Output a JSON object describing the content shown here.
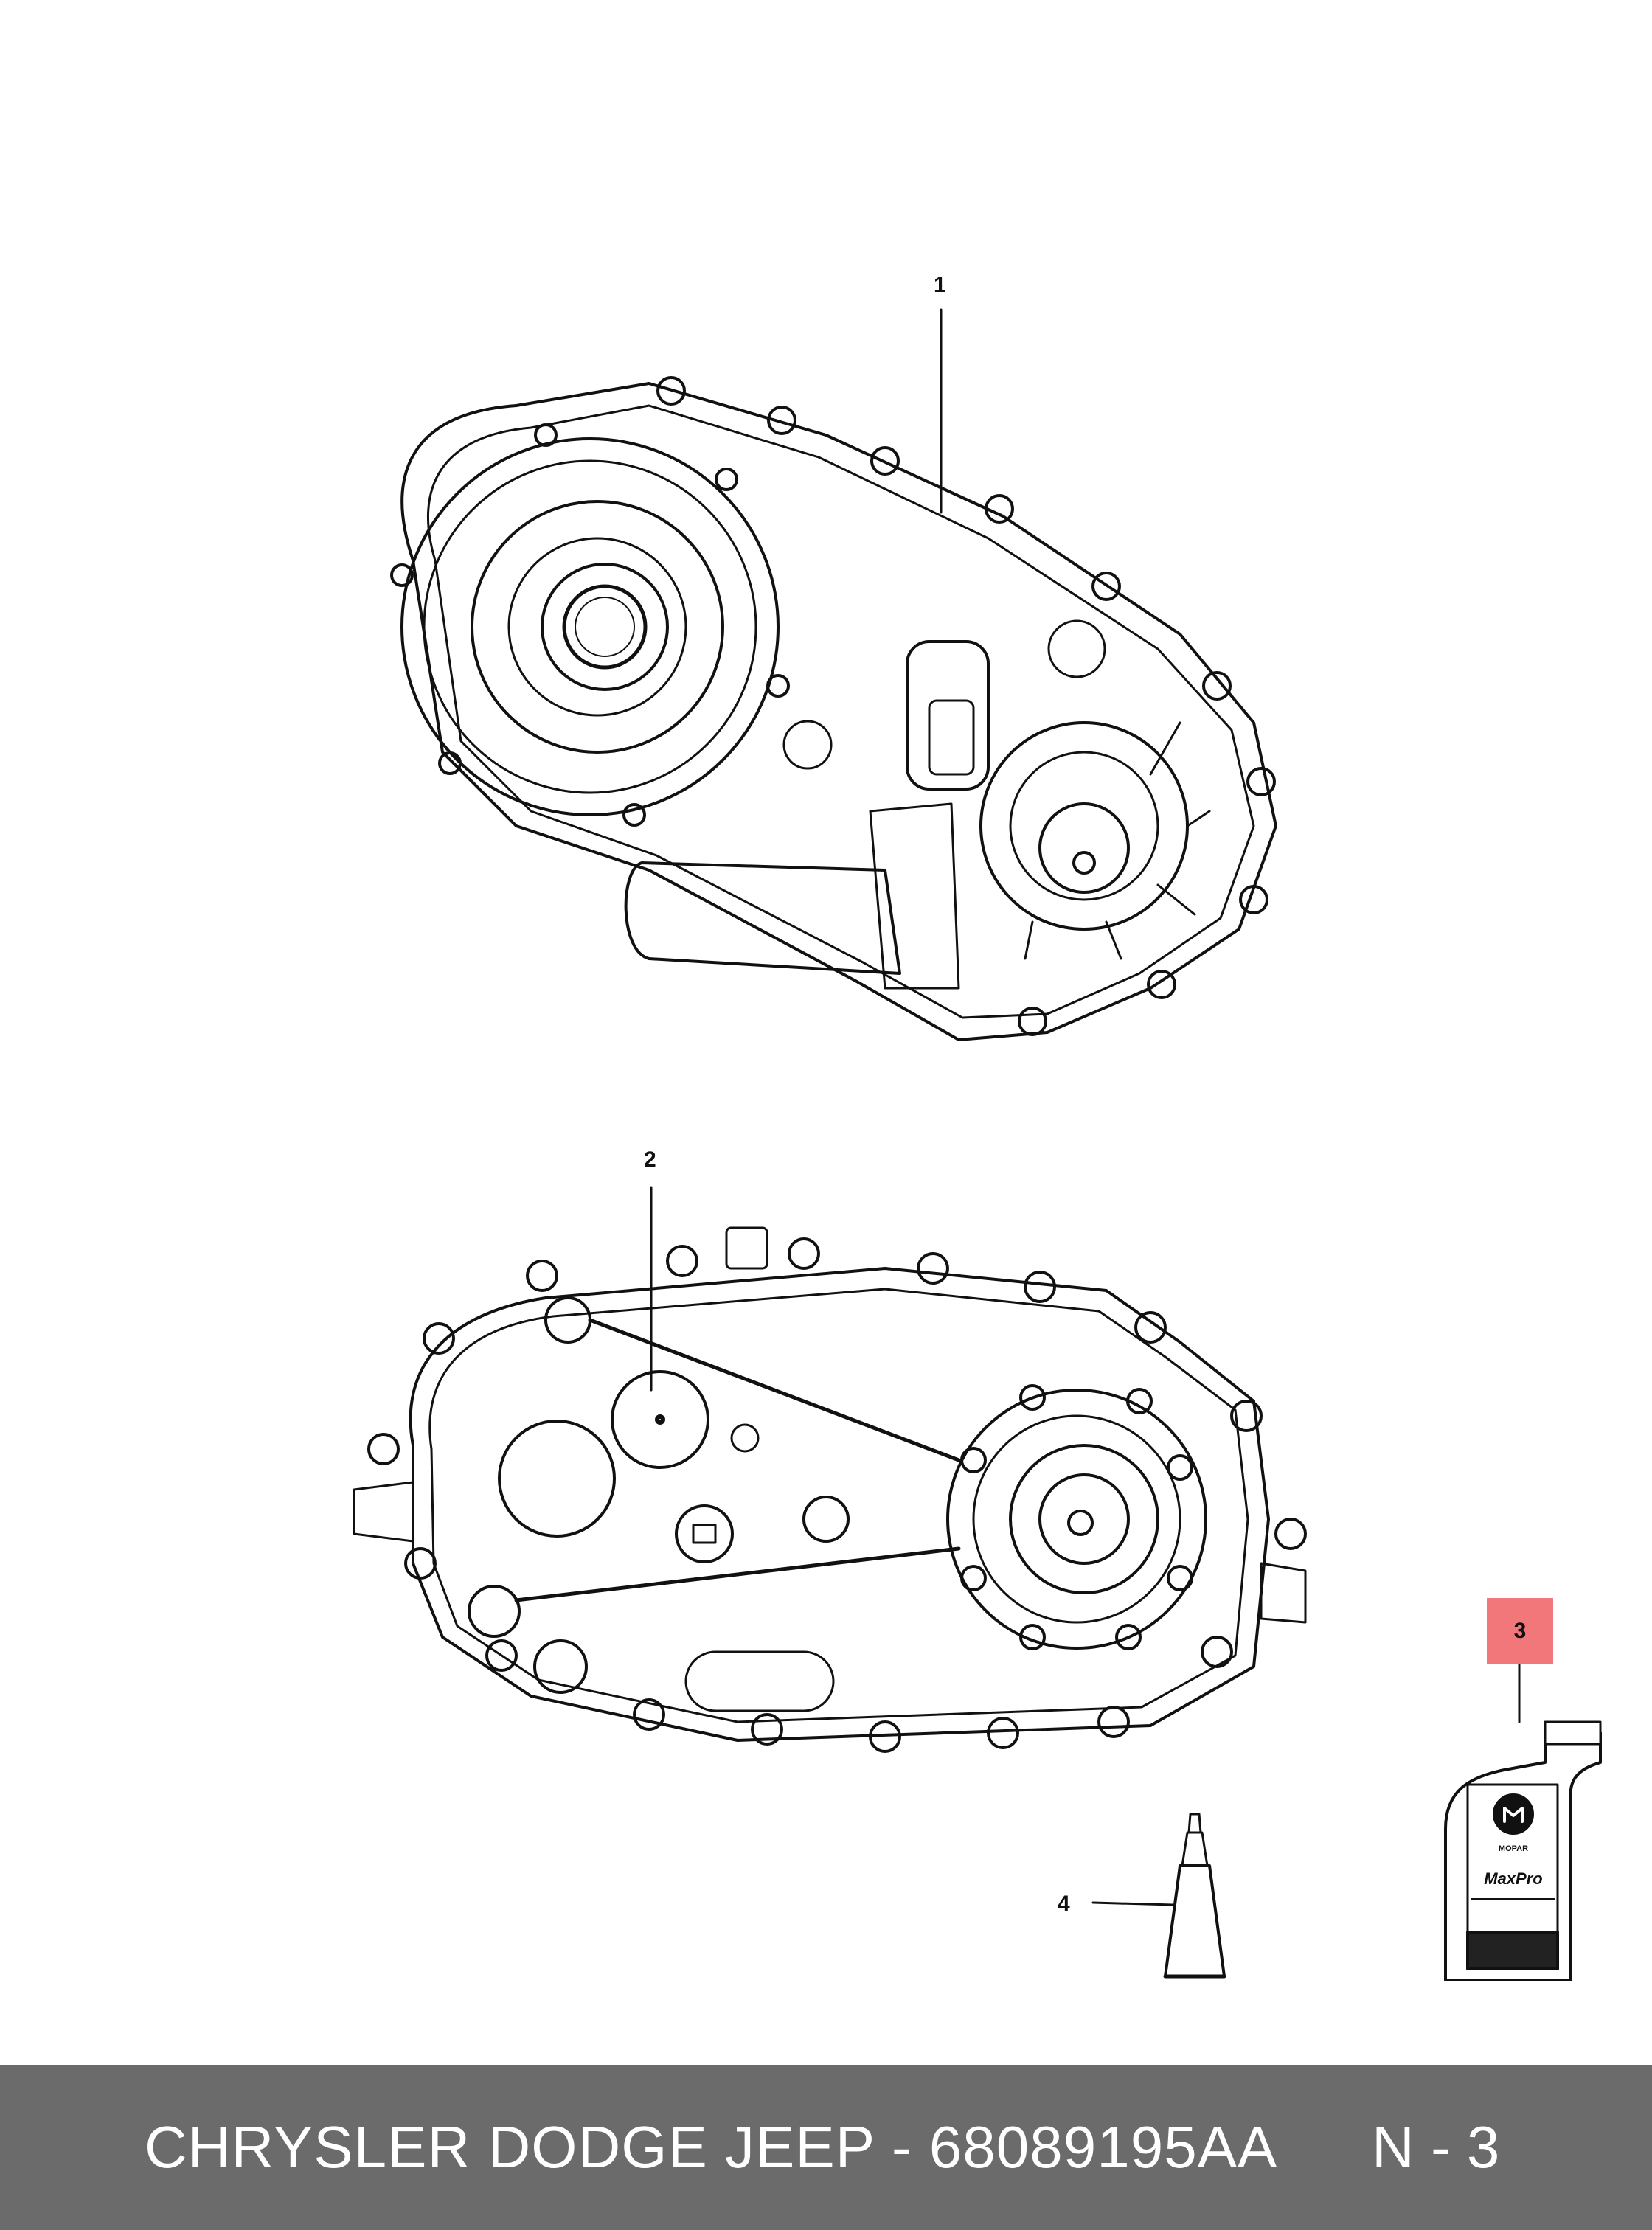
{
  "callouts": {
    "c1": "1",
    "c2": "2",
    "c3": "3",
    "c4": "4"
  },
  "bottle_label": {
    "brand": "MOPAR",
    "product": "MaxPro"
  },
  "footer": {
    "part_text": "CHRYSLER DODGE JEEP - 68089195AA",
    "ref_text": "N - 3"
  },
  "colors": {
    "footer_bg": "#6b6b6b",
    "highlight": "#f2777a",
    "line": "#111111"
  }
}
